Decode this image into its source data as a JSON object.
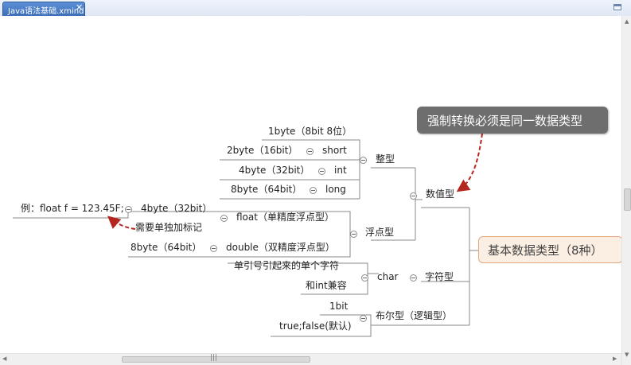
{
  "tab": {
    "title": "Java语法基础.xmind",
    "close": "✕"
  },
  "scrollbar": {
    "grip": "|||",
    "up": "▲",
    "down": "▼",
    "left": "◀",
    "right": "▶"
  },
  "central_topic": "基本数据类型（8种）",
  "callout": "强制转换必须是同一数据类型",
  "branches": {
    "numeric": "数值型",
    "integer": "整型",
    "float_type": "浮点型",
    "char_type": "字符型",
    "boolean": "布尔型（逻辑型）"
  },
  "integer_items": [
    "1byte（8bit 8位）",
    "2byte（16bit）",
    "4byte（32bit）",
    "8byte（64bit）"
  ],
  "integer_types": [
    "short",
    "int",
    "long"
  ],
  "float_items": {
    "float": "float（单精度浮点型）",
    "float_size": "4byte（32bit）",
    "double": "double（双精度浮点型）",
    "double_size": "8byte（64bit）",
    "note": "需要单独加标记",
    "example": "例：float f = 123.45F;"
  },
  "char_items": {
    "char": "char",
    "desc1": "单引号引起来的单个字符",
    "desc2": "和int兼容"
  },
  "boolean_items": {
    "size": "1bit",
    "values": "true;false(默认)"
  },
  "colors": {
    "tab": "#3d6fb8",
    "central_bg": "#fbeee2",
    "central_border": "#e2a983",
    "callout_bg": "#6e6e6e",
    "arrow": "#b5261e",
    "line": "#8a8a8a"
  }
}
